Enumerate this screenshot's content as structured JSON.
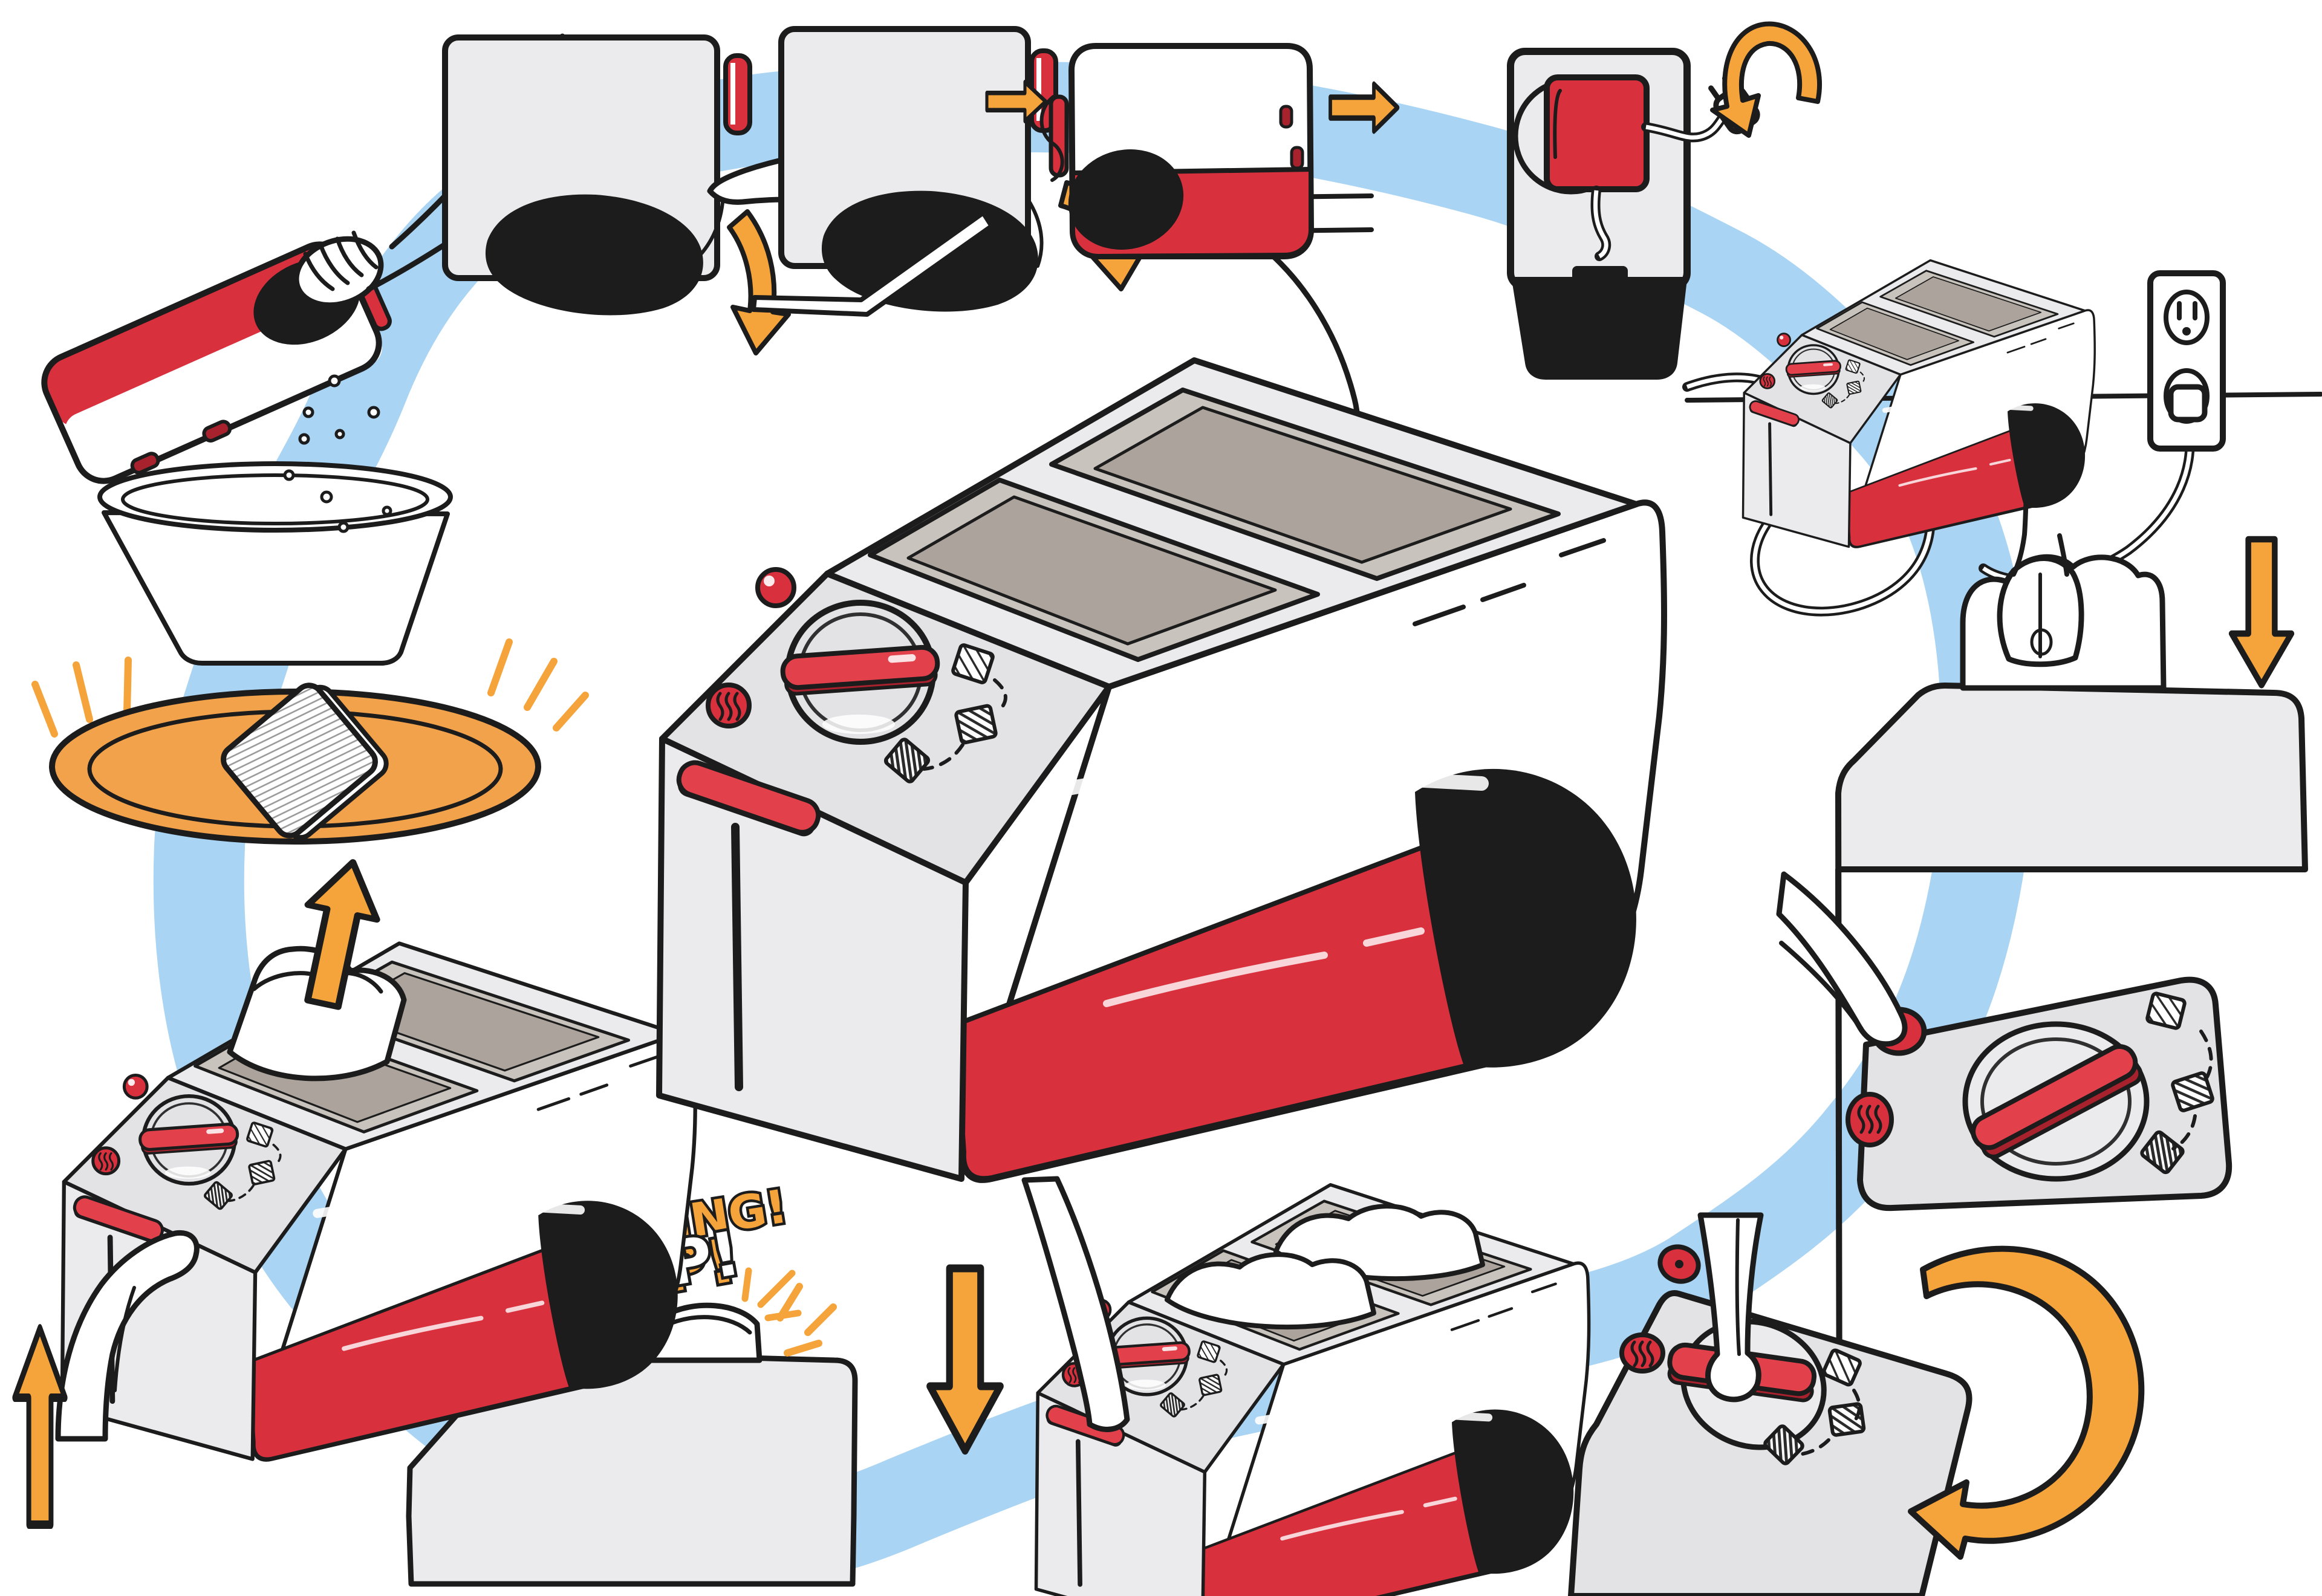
{
  "image": {
    "type": "illustrated-instructional-cycle-diagram",
    "subject": "toaster-usage-and-maintenance-cycle",
    "center_subject": "two-slot-retro-toaster"
  },
  "colors": {
    "bg": "#FFFFFF",
    "white": "#FFFFFF",
    "ink": "#1C1C1C",
    "ring_blue": "#A9D4F3",
    "accent_orange": "#F5A43B",
    "plate_orange": "#F2A24B",
    "red": "#D9303E",
    "red_bright": "#E2414C",
    "red_dark": "#A8222E",
    "body_gray": "#EBEBED",
    "panel_gray": "#E3E3E6",
    "slot_taupe": "#ACA49C",
    "slot_rim": "#C8C3BD"
  },
  "sfx": {
    "bing": "BING!",
    "pop": "POP!"
  },
  "steps": [
    {
      "id": 1,
      "name": "empty-crumbs-into-bowl"
    },
    {
      "id": 2,
      "name": "unlatch-crumb-door"
    },
    {
      "id": 3,
      "name": "open-crumb-door-tool"
    },
    {
      "id": 4,
      "name": "shake-out-crumbs-on-towel"
    },
    {
      "id": 5,
      "name": "close-door-wrap-cord"
    },
    {
      "id": 6,
      "name": "plug-into-outlet"
    },
    {
      "id": 7,
      "name": "insert-bread"
    },
    {
      "id": 8,
      "name": "press-start-button"
    },
    {
      "id": 9,
      "name": "turn-browning-dial"
    },
    {
      "id": 10,
      "name": "press-lever-down"
    },
    {
      "id": 11,
      "name": "toast-pops-up"
    },
    {
      "id": 12,
      "name": "lift-toast-out"
    },
    {
      "id": 13,
      "name": "serve-toast-on-plate"
    }
  ],
  "icons": [
    "browning-dial-icon",
    "start-button-icon",
    "reheat-button-icon",
    "lever-icon",
    "toast-shade-light-icon",
    "toast-shade-medium-icon",
    "toast-shade-dark-icon",
    "power-outlet-icon",
    "plug-icon",
    "trash-bin-icon",
    "crumb-bowl-icon",
    "plate-icon",
    "bread-slice-icon",
    "toast-slice-icon",
    "hand-icon",
    "flow-arrow-icon",
    "cycle-ring"
  ]
}
